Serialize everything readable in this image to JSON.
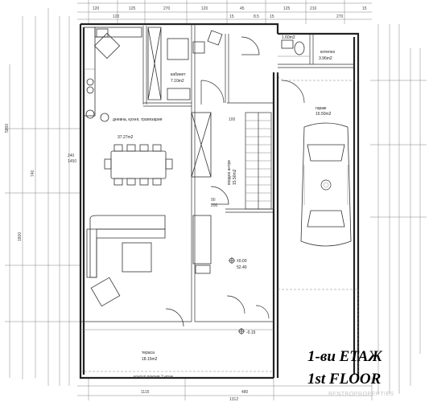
{
  "title": {
    "bg": "1-ви ЕТАЖ",
    "en": "1st  FLOOR"
  },
  "watermark": "BENTBOPROPERTIES",
  "rooms": [
    {
      "id": "living",
      "name": "дневна, кухня, трапезария",
      "area": "37.27m2"
    },
    {
      "id": "study",
      "name": "кабинет",
      "area": "7.10m2"
    },
    {
      "id": "hall",
      "name": "входно антре",
      "area": "15.50m2"
    },
    {
      "id": "garage",
      "name": "гараж",
      "area": "15.50m2"
    },
    {
      "id": "wc",
      "name": "",
      "area": "1.60m2"
    },
    {
      "id": "boiler",
      "name": "котелно",
      "area": "3.96m2"
    },
    {
      "id": "terrace",
      "name": "тераса",
      "area": "18.15m2"
    }
  ],
  "levels": {
    "main": "±0.00",
    "main_abs": "52.40",
    "lower": "-0.15"
  },
  "notes": {
    "roof_outline": "контур покрив 2 етаж",
    "ann_200": "200",
    "ann_90": "90",
    "ann_100": "100"
  },
  "dimensions": {
    "top": [
      "120",
      "120",
      "125",
      "270",
      "120",
      "15",
      "45",
      "8.5",
      "15",
      "125",
      "210",
      "270",
      "15"
    ],
    "bottom": [
      "1115",
      "480",
      "1312"
    ],
    "left": [
      "5800",
      "240",
      "1450",
      "740",
      "1800"
    ]
  },
  "colors": {
    "ink": "#222222",
    "watermark": "#c7c7c7"
  }
}
